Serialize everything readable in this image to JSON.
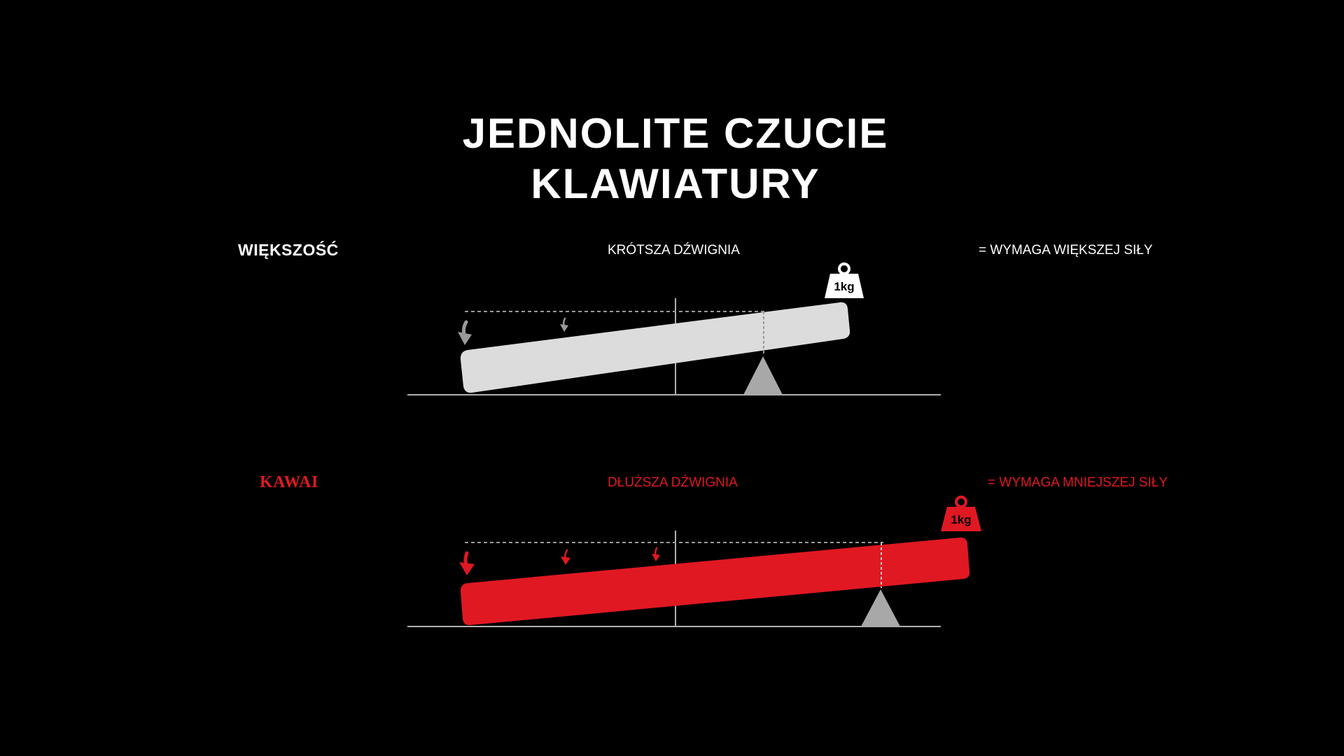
{
  "title": {
    "line1": "JEDNOLITE CZUCIE",
    "line2": "KLAWIATURY"
  },
  "rows": [
    {
      "name": "WIĘKSZOŚĆ",
      "lever": "KRÓTSZA DŹWIGNIA",
      "result": "= WYMAGA WIĘKSZEJ SIŁY",
      "weight": "1kg",
      "color": "#dcdcdc",
      "arrows": 2
    },
    {
      "name": "KAWAI",
      "lever": "DŁUŻSZA DŹWIGNIA",
      "result": "= WYMAGA MNIEJSZEJ SIŁY",
      "weight": "1kg",
      "color": "#e01822",
      "arrows": 3
    }
  ],
  "colors": {
    "background": "#000000",
    "accent": "#e01822",
    "key_light": "#dcdcdc",
    "fulcrum": "#a8a8a8",
    "baseline": "#b0b0b0"
  }
}
